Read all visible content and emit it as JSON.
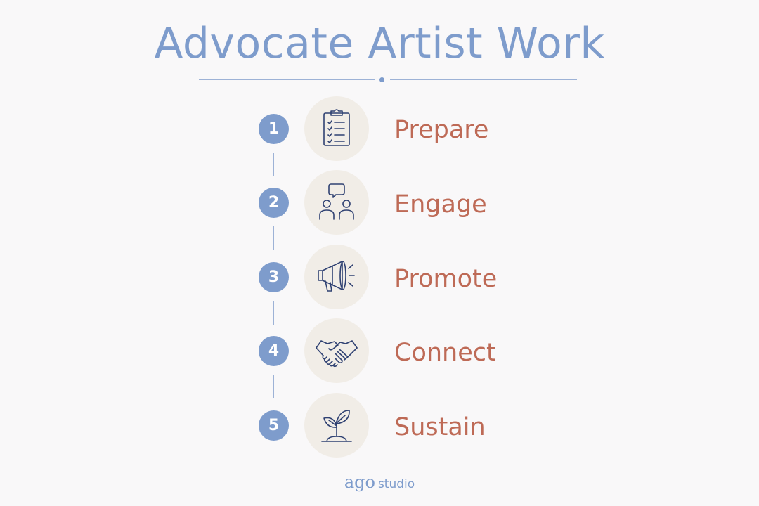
{
  "title": "Advocate Artist Work",
  "steps": [
    {
      "number": "1",
      "label": "Prepare",
      "icon": "clipboard-checklist-icon"
    },
    {
      "number": "2",
      "label": "Engage",
      "icon": "people-speech-bubble-icon"
    },
    {
      "number": "3",
      "label": "Promote",
      "icon": "megaphone-icon"
    },
    {
      "number": "4",
      "label": "Connect",
      "icon": "handshake-icon"
    },
    {
      "number": "5",
      "label": "Sustain",
      "icon": "sprout-icon"
    }
  ],
  "footer": {
    "brand": "ago",
    "studio": "studio"
  },
  "colors": {
    "accent_blue": "#7e9ccc",
    "label_rust": "#be6a56",
    "icon_navy": "#2f4172",
    "icon_bg": "#f1ede7",
    "background": "#f9f8f9"
  }
}
